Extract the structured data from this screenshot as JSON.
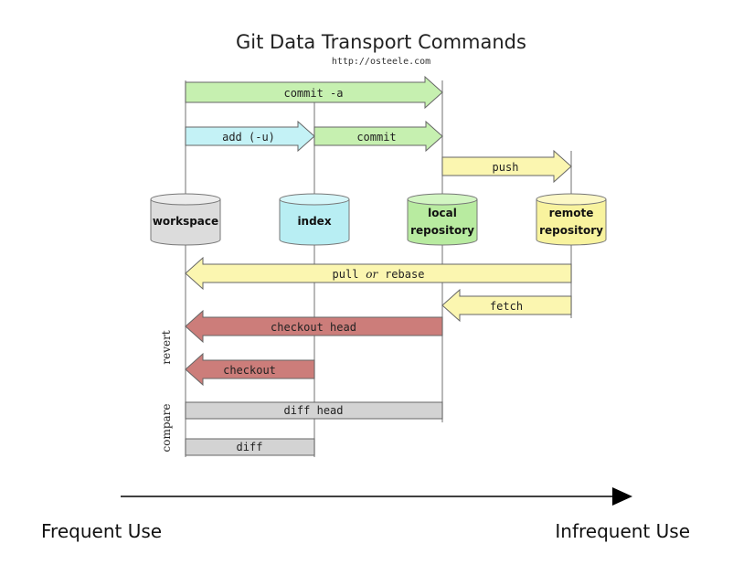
{
  "title": "Git Data Transport Commands",
  "url": "http://osteele.com",
  "stores": {
    "workspace": "workspace",
    "index": "index",
    "local_line1": "local",
    "local_line2": "repository",
    "remote_line1": "remote",
    "remote_line2": "repository"
  },
  "commands": {
    "commit_a": "commit -a",
    "add_u": "add (-u)",
    "commit": "commit",
    "push": "push",
    "pull": "pull",
    "or": "or",
    "rebase": "rebase",
    "fetch": "fetch",
    "checkout_head": "checkout head",
    "checkout": "checkout",
    "diff_head": "diff head",
    "diff": "diff"
  },
  "groups": {
    "revert": "revert",
    "compare": "compare"
  },
  "axis": {
    "left": "Frequent Use",
    "right": "Infrequent Use"
  },
  "colors": {
    "green": "#c6f0b0",
    "cyan": "#c4f2f6",
    "yellow": "#fbf6b0",
    "red": "#cc7d7a",
    "gray": "#d3d3d3"
  }
}
